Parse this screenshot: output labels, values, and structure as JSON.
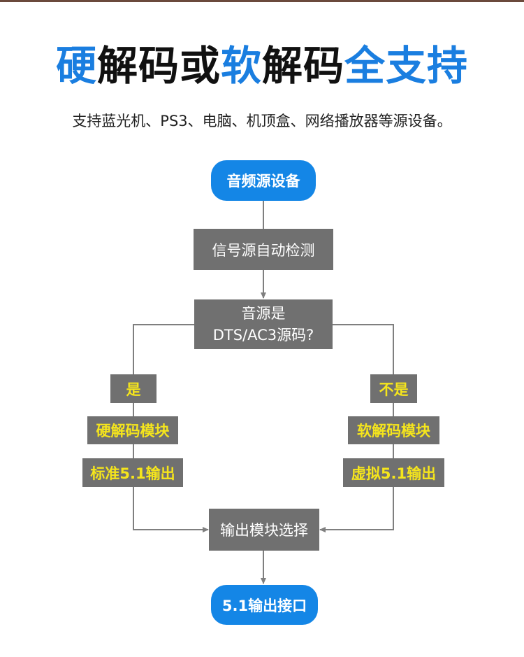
{
  "header": {
    "title_parts": [
      "硬",
      "解码或",
      "软",
      "解码",
      "全支持"
    ],
    "subtitle": "支持蓝光机、PS3、电脑、机顶盒、网络播放器等源设备。"
  },
  "flowchart": {
    "start": "音频源设备",
    "detect": "信号源自动检测",
    "decision_line1": "音源是",
    "decision_line2": "DTS/AC3源码?",
    "yes": "是",
    "no": "不是",
    "hard_decode": "硬解码模块",
    "soft_decode": "软解码模块",
    "standard_out": "标准5.1输出",
    "virtual_out": "虚拟5.1输出",
    "select": "输出模块选择",
    "end": "5.1输出接口"
  },
  "colors": {
    "accent_blue": "#1486e6",
    "title_blue": "#1a7ee0",
    "box_gray": "#707070",
    "highlight_yellow": "#f5e51c",
    "line_gray": "#7f7f7f"
  }
}
